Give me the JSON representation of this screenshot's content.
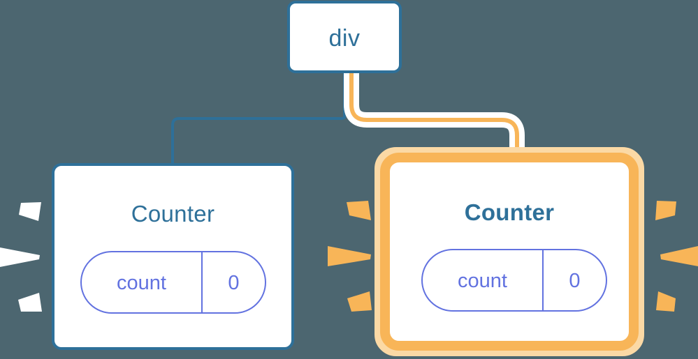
{
  "diagram": {
    "title": "React component tree re-render highlight",
    "background_color": "#4c6670",
    "colors": {
      "node_border_blue": "#2e7099",
      "node_fill": "#ffffff",
      "text_blue": "#2e7099",
      "pill_purple": "#6272e0",
      "highlight_orange": "#f8b558",
      "highlight_orange_soft": "#fbd9a5",
      "ray_white": "#ffffff",
      "halo_white": "#ffffff"
    },
    "nodes": [
      {
        "id": "root",
        "label": "div",
        "state": "normal",
        "highlighted": false
      },
      {
        "id": "counter-left",
        "label": "Counter",
        "state": "normal",
        "highlighted": false,
        "bold_label": false,
        "prop": {
          "name": "count",
          "value": "0"
        },
        "rays": {
          "side": "left",
          "count": 3,
          "color": "#ffffff"
        }
      },
      {
        "id": "counter-right",
        "label": "Counter",
        "state": "re-rendering",
        "highlighted": true,
        "bold_label": true,
        "prop": {
          "name": "count",
          "value": "0"
        },
        "rays": {
          "side": "both",
          "count": 6,
          "color": "#f8b558"
        }
      }
    ],
    "edges": [
      {
        "from": "root",
        "to": "counter-left",
        "style": "plain",
        "color": "#2e7099"
      },
      {
        "from": "root",
        "to": "counter-right",
        "style": "highlighted",
        "color": "#f8b558",
        "halo": "#ffffff"
      }
    ]
  }
}
